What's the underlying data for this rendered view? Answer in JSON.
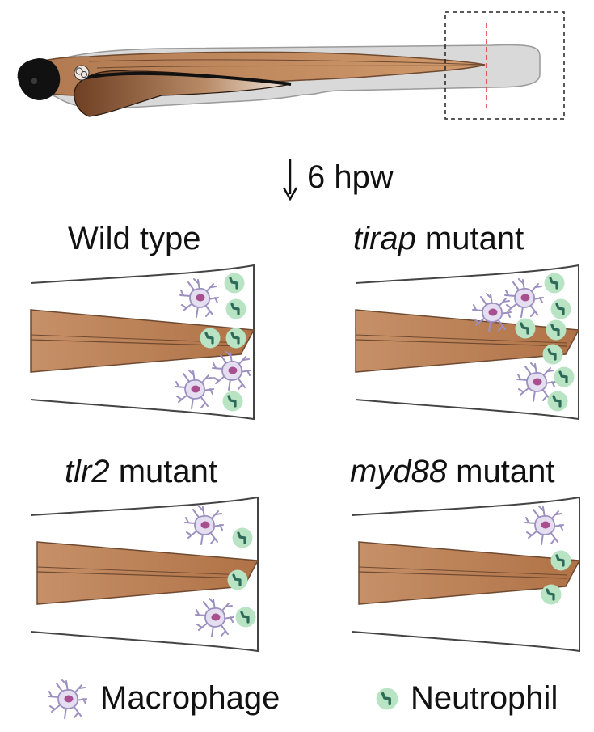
{
  "timepoint": {
    "text": "6 hpw"
  },
  "panels": [
    {
      "id": "wt",
      "gene": "",
      "label": "Wild type"
    },
    {
      "id": "tirap",
      "gene": "tirap",
      "label": " mutant"
    },
    {
      "id": "tlr2",
      "gene": "tlr2",
      "label": " mutant"
    },
    {
      "id": "myd88",
      "gene": "myd88",
      "label": " mutant"
    }
  ],
  "legend": {
    "macrophage": "Macrophage",
    "neutrophil": "Neutrophil"
  },
  "icons": {
    "macrophage": "macrophage-icon",
    "neutrophil": "neutrophil-icon"
  },
  "colors": {
    "notochord": "#c48a5e",
    "notochord_dark": "#8a5a36",
    "yolk": "#7a4a2a",
    "fin": "#d9d9d9",
    "macrophage_body": "#e4def0",
    "macrophage_outline": "#9b90c0",
    "macrophage_nucleus": "#a8508f",
    "neutrophil_body": "#b8e4c4",
    "neutrophil_nucleus": "#2d6a5a",
    "amputation_line": "#e03030"
  }
}
